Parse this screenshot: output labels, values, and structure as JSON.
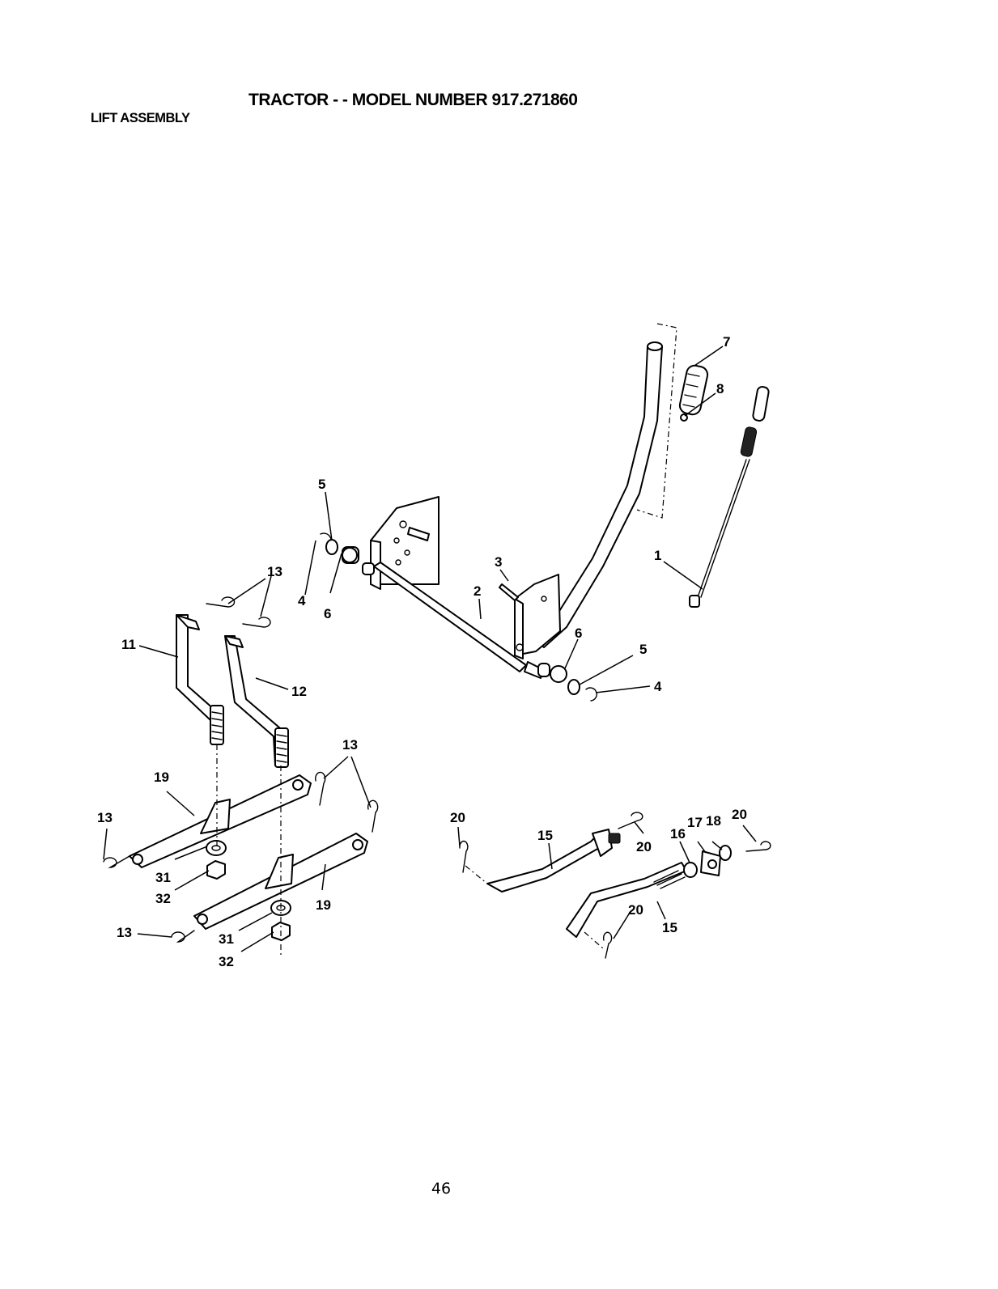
{
  "header": {
    "title": "TRACTOR - - MODEL NUMBER 917.271860",
    "section": "LIFT ASSEMBLY"
  },
  "diagram": {
    "callouts": [
      {
        "id": "c-7a",
        "text": "7"
      },
      {
        "id": "c-8a",
        "text": "8"
      },
      {
        "id": "c-1a",
        "text": "1"
      },
      {
        "id": "c-5a",
        "text": "5"
      },
      {
        "id": "c-13a",
        "text": "13"
      },
      {
        "id": "c-4a",
        "text": "4"
      },
      {
        "id": "c-6a",
        "text": "6"
      },
      {
        "id": "c-3a",
        "text": "3"
      },
      {
        "id": "c-2a",
        "text": "2"
      },
      {
        "id": "c-6b",
        "text": "6"
      },
      {
        "id": "c-5b",
        "text": "5"
      },
      {
        "id": "c-4b",
        "text": "4"
      },
      {
        "id": "c-11a",
        "text": "11"
      },
      {
        "id": "c-12a",
        "text": "12"
      },
      {
        "id": "c-13b",
        "text": "13"
      },
      {
        "id": "c-19a",
        "text": "19"
      },
      {
        "id": "c-13c",
        "text": "13"
      },
      {
        "id": "c-31a",
        "text": "31"
      },
      {
        "id": "c-32a",
        "text": "32"
      },
      {
        "id": "c-19b",
        "text": "19"
      },
      {
        "id": "c-13d",
        "text": "13"
      },
      {
        "id": "c-31b",
        "text": "31"
      },
      {
        "id": "c-32b",
        "text": "32"
      },
      {
        "id": "c-20a",
        "text": "20"
      },
      {
        "id": "c-15a",
        "text": "15"
      },
      {
        "id": "c-20b",
        "text": "20"
      },
      {
        "id": "c-16a",
        "text": "16"
      },
      {
        "id": "c-17a",
        "text": "17"
      },
      {
        "id": "c-18a",
        "text": "18"
      },
      {
        "id": "c-20c",
        "text": "20"
      },
      {
        "id": "c-20d",
        "text": "20"
      },
      {
        "id": "c-15b",
        "text": "15"
      }
    ]
  },
  "footer": {
    "page_number": "46"
  }
}
